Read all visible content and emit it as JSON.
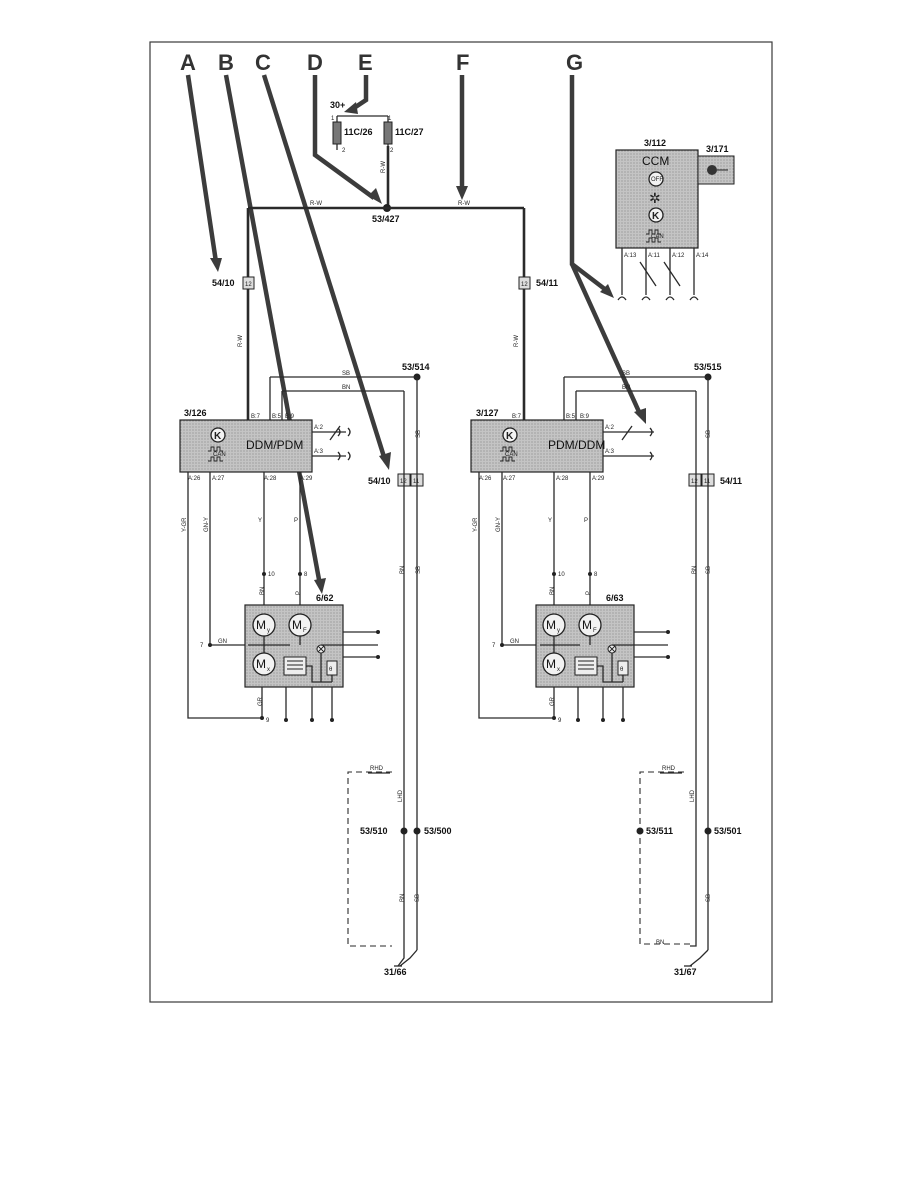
{
  "callouts": {
    "a": "A",
    "b": "B",
    "c": "C",
    "d": "D",
    "e": "E",
    "f": "F",
    "g": "G"
  },
  "top": {
    "supply": "30+",
    "fuse1": "11C/26",
    "fuse2": "11C/27",
    "fuse_pin_in": "1",
    "fuse_pin_out": "2",
    "wire_rw": "R-W",
    "splice": "53/427"
  },
  "ccm": {
    "id": "3/112",
    "name": "CCM",
    "sensor_id": "3/171",
    "off_label": "OFF",
    "can_label": "CAN",
    "pins": [
      "A:13",
      "A:11",
      "A:12",
      "A:14"
    ]
  },
  "left": {
    "fuse_connector": "54/10",
    "fuse_pin": "12",
    "fuse_pin2": "11",
    "ground_splice": "53/514",
    "module_id": "3/126",
    "module_name": "DDM/PDM",
    "can_label": "CAN",
    "pin_b7": "B:7",
    "pin_b5": "B:5",
    "pin_b9": "B:9",
    "pin_a2": "A:2",
    "pin_a3": "A:3",
    "pin_a26": "A:26",
    "pin_a27": "A:27",
    "pin_a28": "A:28",
    "pin_a29": "A:29",
    "wire_sb": "SB",
    "wire_bn": "BN",
    "wire_y": "Y",
    "wire_p": "P",
    "wire_ygr": "Y-GR",
    "wire_gny": "GN-Y",
    "wire_gn": "GN",
    "wire_gr": "GR",
    "wire_rw": "R-W",
    "mirror_id": "6/62",
    "mirror_pin10": "10",
    "mirror_pin8": "8",
    "mirror_pin7": "7",
    "mirror_pin9": "9",
    "motor_y": "y",
    "motor_f": "F",
    "motor_x": "x",
    "motor_m": "M",
    "rhd": "RHD",
    "lhd": "LHD",
    "splice_inner": "53/510",
    "splice_outer": "53/500",
    "ground": "31/66"
  },
  "right": {
    "fuse_connector": "54/11",
    "fuse_pin": "12",
    "fuse_pin2": "11",
    "ground_splice": "53/515",
    "module_id": "3/127",
    "module_name": "PDM/DDM",
    "can_label": "CAN",
    "pin_b7": "B:7",
    "pin_b5": "B:5",
    "pin_b9": "B:9",
    "pin_a2": "A:2",
    "pin_a3": "A:3",
    "pin_a26": "A:26",
    "pin_a27": "A:27",
    "pin_a28": "A:28",
    "pin_a29": "A:29",
    "wire_sb": "SB",
    "wire_bn": "BN",
    "wire_y": "Y",
    "wire_p": "P",
    "wire_ygr": "Y-GR",
    "wire_gny": "GN-Y",
    "wire_gn": "GN",
    "wire_gr": "GR",
    "wire_rw": "R-W",
    "mirror_id": "6/63",
    "mirror_pin10": "10",
    "mirror_pin8": "8",
    "mirror_pin7": "7",
    "mirror_pin9": "9",
    "motor_y": "y",
    "motor_f": "F",
    "motor_x": "x",
    "motor_m": "M",
    "rhd": "RHD",
    "lhd": "LHD",
    "splice_inner": "53/511",
    "splice_outer": "53/501",
    "ground": "31/67"
  }
}
